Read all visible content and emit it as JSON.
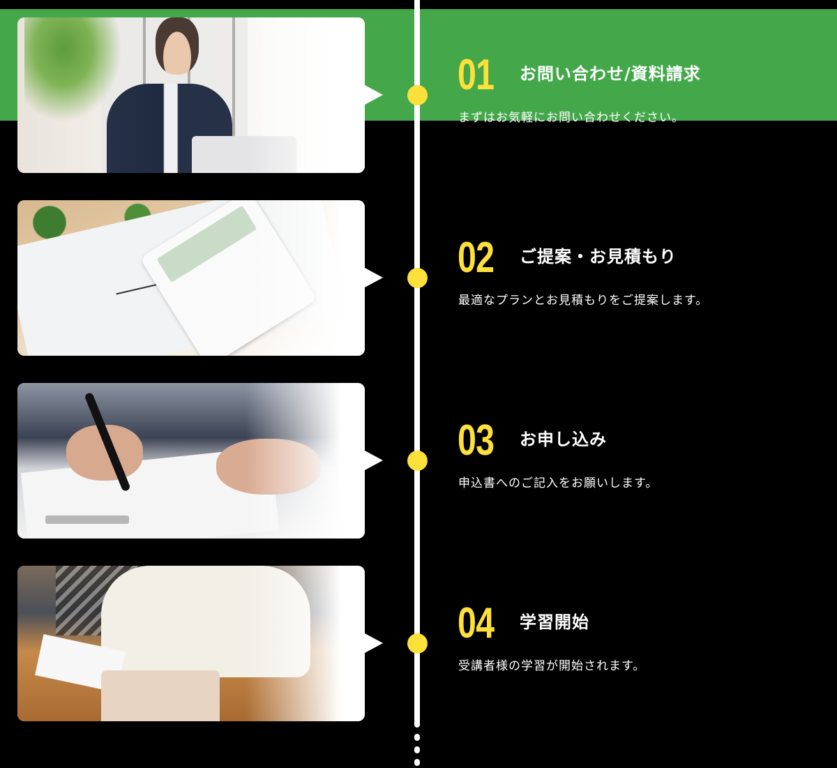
{
  "colors": {
    "background": "#000000",
    "accent_band": "#44a84b",
    "timeline_line": "#ffffff",
    "timeline_dot": "#fde03a",
    "step_number": "#fde03a",
    "text": "#ffffff"
  },
  "steps": [
    {
      "number": "01",
      "title": "お問い合わせ/資料請求",
      "description": "まずはお気軽にお問い合わせください。",
      "image": "woman-using-laptop-photo",
      "active": true
    },
    {
      "number": "02",
      "title": "ご提案・お見積もり",
      "description": "最適なプランとお見積もりをご提案します。",
      "image": "estimate-document-and-calculator-photo",
      "active": false
    },
    {
      "number": "03",
      "title": "お申し込み",
      "description": "申込書へのご記入をお願いします。",
      "image": "signing-contract-photo",
      "active": false
    },
    {
      "number": "04",
      "title": "学習開始",
      "description": "受講者様の学習が開始されます。",
      "image": "person-writing-at-table-photo",
      "active": false
    }
  ],
  "timeline": {
    "continuation_dots": 3
  }
}
